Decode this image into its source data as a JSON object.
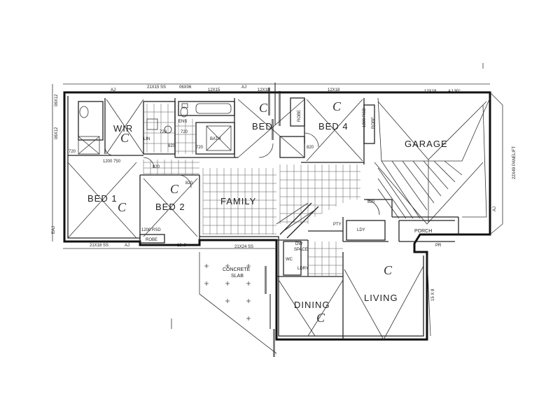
{
  "rooms": {
    "wir": "WIR",
    "bed1": "BED 1",
    "bed2": "BED 2",
    "bed3": "BED",
    "bed4": "BED 4",
    "garage": "GARAGE",
    "family": "FAMILY",
    "dining": "DINING",
    "living": "LIVING",
    "porch": "PORCH",
    "concrete_slab": [
      "CONCRETE",
      "SLAB"
    ]
  },
  "dimensions": {
    "top1": "21X15 SS",
    "top2": "06X06",
    "top3": "12X15",
    "top4": "12X18",
    "top5": "12X18",
    "top6": "12X18",
    "aj_top_left": "AJ",
    "aj_top_mid": "AJ",
    "aj_top_right": "AJ  30°",
    "left_top": "06X12",
    "left_mid": "06X12",
    "bottom_left": "21X18 SS",
    "bottom_mid": "21X24 SS",
    "aj_bottom": "AJ",
    "door_720a": "720",
    "door_720b": "720",
    "door_720c": "720",
    "door_720d": "720",
    "door_820a": "820",
    "door_820b": "820",
    "door_820c": "820",
    "door_820d": "820",
    "door_820e": "820",
    "bed1_door": "1200 750",
    "bed2_robe": "1200 RSD",
    "bed2_robe_label": "ROBE",
    "bed2_window": "18x9",
    "bed3_robe": "ROBE",
    "bed4_robe": "1800 RSD",
    "bed4_robe_label": "ROBE",
    "garage_right": "22X49 PANELIFT",
    "garage_aj": "AJ",
    "lin": "LIN",
    "pty": "PTY",
    "dw": "DW",
    "space": "SPACE",
    "ldy": "LDY",
    "ldry": "LDRY",
    "bath": "BATH",
    "ens": "ENS",
    "wc": "WC",
    "pr": "PR",
    "right_dim": "15 X 8",
    "left_bottom": "EAJ"
  },
  "marks": {
    "ce": "C"
  }
}
